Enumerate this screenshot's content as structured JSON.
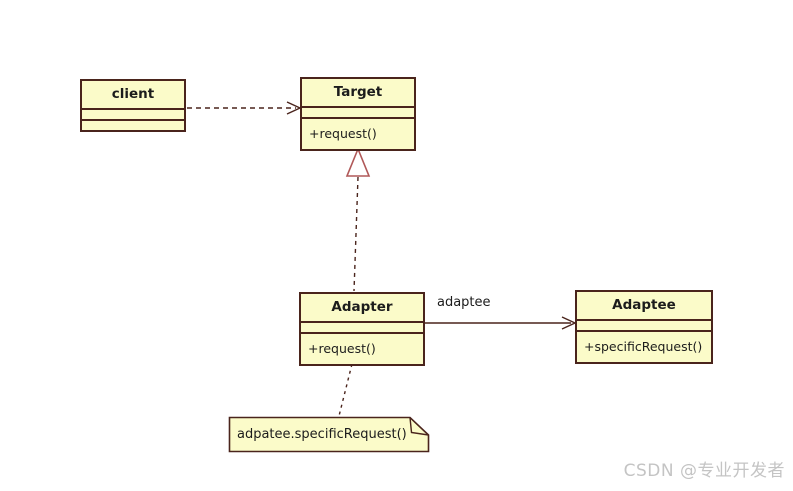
{
  "diagram": {
    "kind": "uml-class-diagram",
    "pattern_shown": "Adapter",
    "colors": {
      "background": "#ffffff",
      "box_fill": "#fbfbc9",
      "box_border": "#4a241c",
      "connector": "#4a241c",
      "triangle_stroke": "#b05858",
      "watermark_text": "#c4c4c4",
      "text": "#1c1c1c"
    },
    "classes": [
      {
        "id": "client",
        "name": "client",
        "methods": []
      },
      {
        "id": "target",
        "name": "Target",
        "methods": [
          "+request()"
        ]
      },
      {
        "id": "adapter",
        "name": "Adapter",
        "methods": [
          "+request()"
        ]
      },
      {
        "id": "adaptee",
        "name": "Adaptee",
        "methods": [
          "+specificRequest()"
        ]
      }
    ],
    "relationships": [
      {
        "from": "client",
        "to": "Target",
        "type": "dependency",
        "style": "dashed-open-arrow",
        "label": ""
      },
      {
        "from": "Adapter",
        "to": "Target",
        "type": "realization",
        "style": "dashed-hollow-triangle",
        "label": ""
      },
      {
        "from": "Adapter",
        "to": "Adaptee",
        "type": "association",
        "style": "solid-open-arrow",
        "label": "adaptee"
      },
      {
        "from": "Adapter",
        "to": "note",
        "type": "note-anchor",
        "style": "dashed",
        "label": ""
      }
    ],
    "note": {
      "text": "adpatee.specificRequest()"
    },
    "watermark": "CSDN @专业开发者"
  }
}
